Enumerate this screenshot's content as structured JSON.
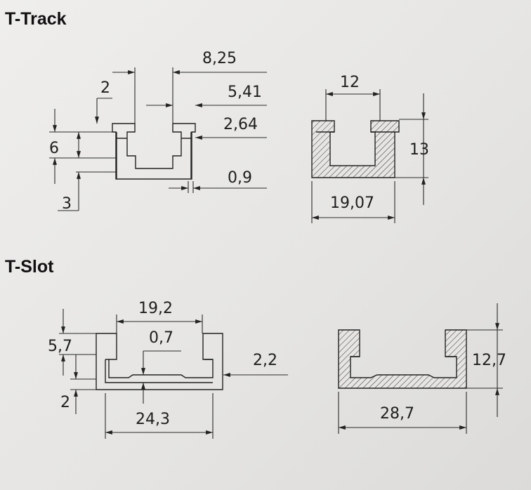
{
  "titles": {
    "track": "T-Track",
    "slot": "T-Slot"
  },
  "track_dims": {
    "top_width": "8,25",
    "wall": "2",
    "slot_width": "5,41",
    "lip": "2,64",
    "height": "6",
    "base": "3",
    "gap": "0,9"
  },
  "track_section": {
    "width": "12",
    "height": "13",
    "base_width": "19,07"
  },
  "slot_dims": {
    "inner_width": "19,2",
    "groove": "0,7",
    "height": "5,7",
    "wall": "2,2",
    "base": "2",
    "outer_width": "24,3"
  },
  "slot_section": {
    "height": "12,7",
    "width": "28,7"
  }
}
